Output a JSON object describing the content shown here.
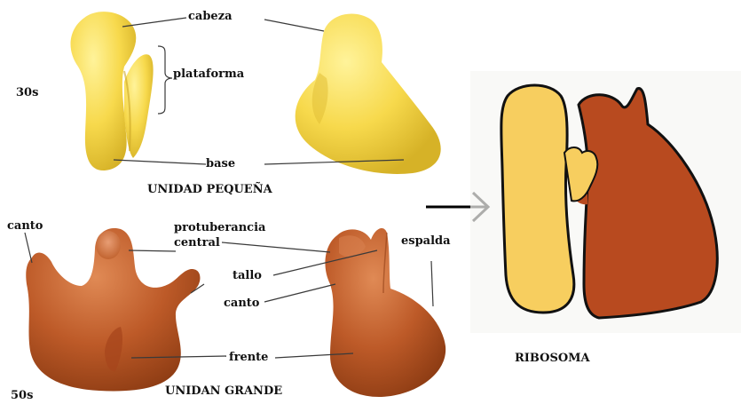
{
  "labels": {
    "cabeza": "cabeza",
    "plataforma": "plataforma",
    "small_size": "30s",
    "base": "base",
    "small_title": "UNIDAD PEQUEÑA",
    "canto_left": "canto",
    "protuberancia": "protuberancia",
    "central": "central",
    "espalda": "espalda",
    "tallo": "tallo",
    "canto_mid": "canto",
    "frente": "frente",
    "large_size": "50s",
    "large_title": "UNIDAN GRANDE",
    "ribosoma": "RIBOSOMA"
  },
  "colors": {
    "small_subunit": "#f6d84e",
    "large_subunit": "#b9521f",
    "ribosome_small": "#f7ce5f",
    "ribosome_large": "#b84a1f"
  }
}
